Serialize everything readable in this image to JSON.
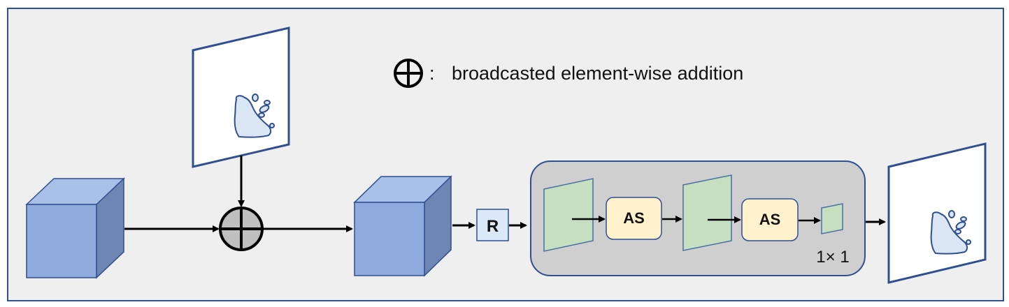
{
  "legend": {
    "symbol": "⊕",
    "colon": ":",
    "text": "broadcasted element-wise addition"
  },
  "blocks": {
    "reshape_label": "R",
    "attention_label_1": "AS",
    "attention_label_2": "AS",
    "conv_label": "1× 1"
  },
  "colors": {
    "panel_fill": "#efefef",
    "panel_border": "#2f4f8f",
    "cube_front": "#8faadc",
    "cube_top": "#a9c0e8",
    "cube_side": "#6f86b4",
    "cube_stroke": "#2f4f8f",
    "head_fill": "#cfcfcf",
    "feature_fill": "#c5dfc0",
    "feature_stroke": "#4a6fa5",
    "as_fill": "#fff2cc",
    "r_fill": "#dae8f8",
    "mask_fill": "#dbe6f5",
    "plus_fill": "#bfbfbf"
  }
}
